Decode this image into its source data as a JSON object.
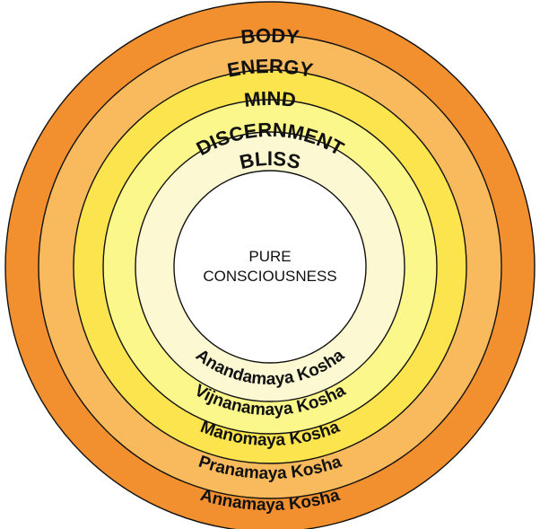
{
  "layers": [
    {
      "id": "body",
      "label": "BODY",
      "kosha": "Annamaya Kosha",
      "fill": "#f28f2f"
    },
    {
      "id": "energy",
      "label": "ENERGY",
      "kosha": "Pranamaya Kosha",
      "fill": "#f8ba5c"
    },
    {
      "id": "mind",
      "label": "MIND",
      "kosha": "Manomaya Kosha",
      "fill": "#fbe44e"
    },
    {
      "id": "discernment",
      "label": "DISCERNMENT",
      "kosha": "Vijnanamaya Kosha",
      "fill": "#fbf78a"
    },
    {
      "id": "bliss",
      "label": "BLISS",
      "kosha": "Anandamaya Kosha",
      "fill": "#fcf8d2"
    }
  ],
  "center": {
    "line1": "PURE",
    "line2": "CONSCIOUSNESS",
    "fill": "#ffffff"
  }
}
